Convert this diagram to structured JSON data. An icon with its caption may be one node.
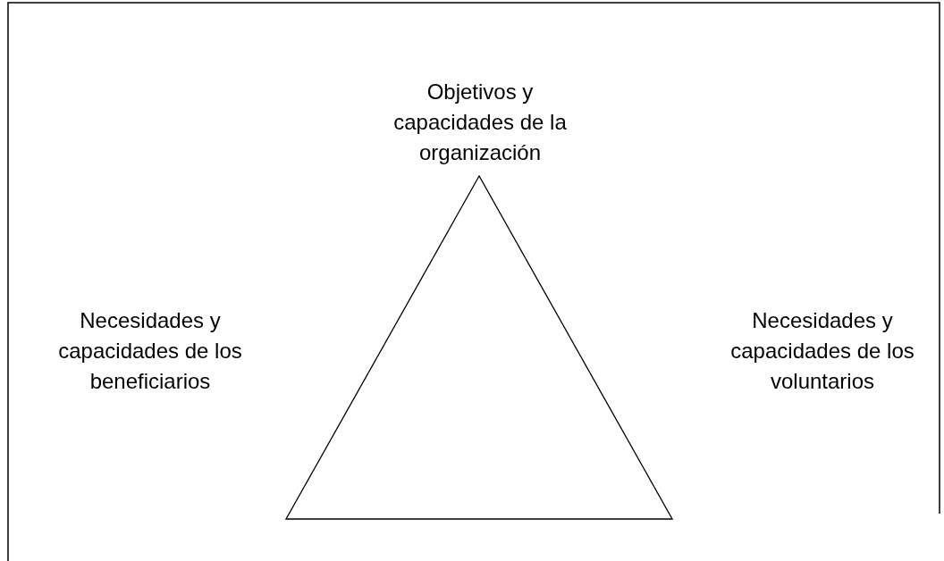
{
  "diagram": {
    "nodes": [
      {
        "text": [
          "Objetivos y capacidades de la organización"
        ]
      },
      {
        "text": [],
        "shape": "triangle"
      },
      {
        "text": [
          "Necesidades y capacidades de los beneficiarios"
        ]
      },
      {
        "text": [
          "Necesidades y capacidades de los voluntarios"
        ]
      }
    ]
  }
}
